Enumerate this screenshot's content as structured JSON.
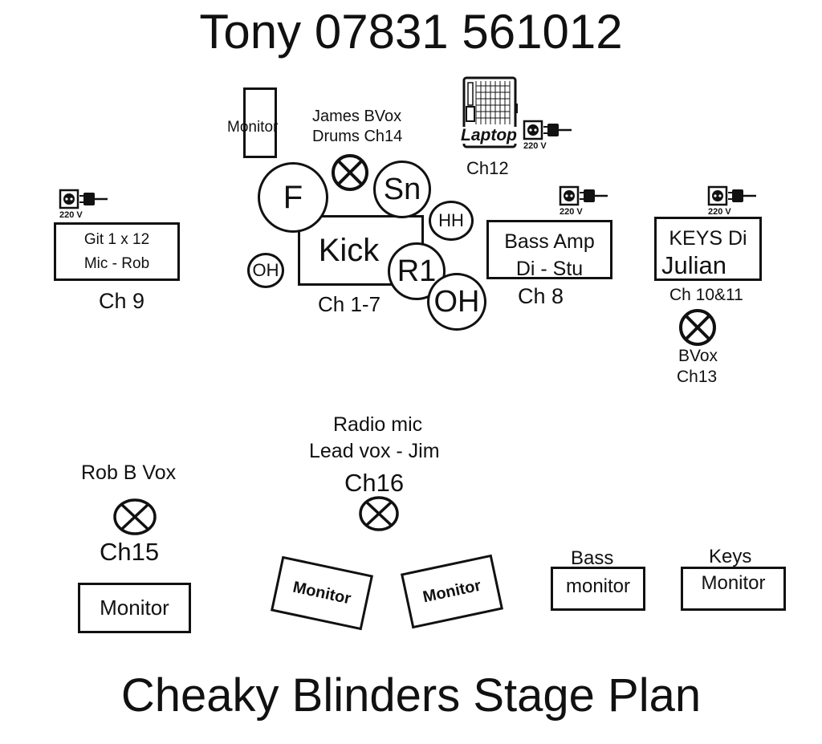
{
  "header": {
    "contact": "Tony 07831 561012"
  },
  "footer": {
    "title": "Cheaky Blinders Stage Plan"
  },
  "power_label": "220 V",
  "drums": {
    "label": "Kick",
    "channel": "Ch 1-7",
    "floor_tom": "F",
    "snare": "Sn",
    "hihat": "HH",
    "rack_tom": "R1",
    "overhead_left": "OH",
    "overhead_right": "OH",
    "bvox_line1": "James BVox",
    "bvox_line2": "Drums Ch14"
  },
  "drum_monitor": {
    "label": "Monitor"
  },
  "laptop": {
    "label": "Laptop",
    "channel": "Ch12"
  },
  "guitar": {
    "line1": "Git 1 x 12",
    "line2": "Mic - Rob",
    "channel": "Ch 9"
  },
  "bass": {
    "line1": "Bass Amp",
    "line2": "Di - Stu",
    "channel": "Ch 8"
  },
  "keys": {
    "line1": "KEYS Di",
    "line2": "Julian",
    "channel": "Ch 10&11",
    "bvox_line1": "BVox",
    "bvox_line2": "Ch13"
  },
  "lead_vox": {
    "line1": "Radio mic",
    "line2": "Lead vox - Jim",
    "channel": "Ch16"
  },
  "rob_vox": {
    "label": "Rob B Vox",
    "channel": "Ch15"
  },
  "monitors": {
    "rob": "Monitor",
    "front_left": "Monitor",
    "front_right": "Monitor",
    "bass_line1": "Bass",
    "bass_line2": "monitor",
    "keys_line1": "Keys",
    "keys_line2": "Monitor"
  },
  "icons": [
    "power-outlet-icon",
    "mic-stand-icon",
    "laptop-icon"
  ]
}
